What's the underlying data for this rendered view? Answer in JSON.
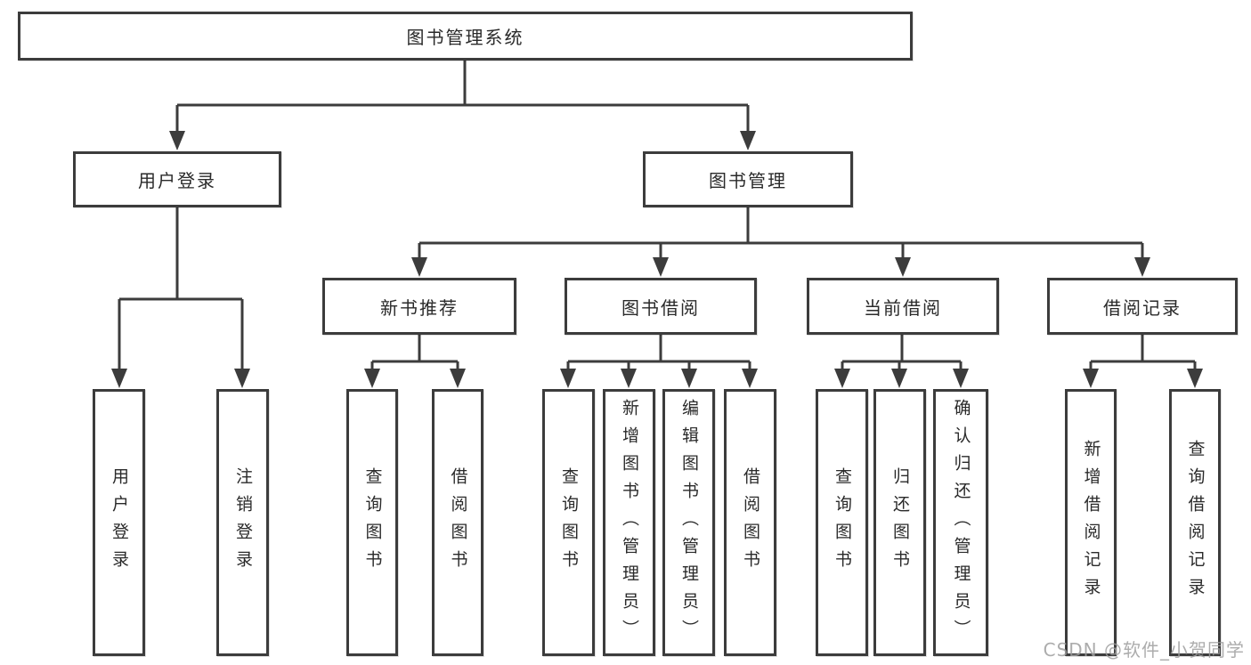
{
  "tree": {
    "label": "图书管理系统",
    "children": [
      {
        "label": "用户登录",
        "children": [
          {
            "label": "用户登录"
          },
          {
            "label": "注销登录"
          }
        ]
      },
      {
        "label": "图书管理",
        "children": [
          {
            "label": "新书推荐",
            "children": [
              {
                "label": "查询图书"
              },
              {
                "label": "借阅图书"
              }
            ]
          },
          {
            "label": "图书借阅",
            "children": [
              {
                "label": "查询图书"
              },
              {
                "label": "新增图书（管理员）"
              },
              {
                "label": "编辑图书（管理员）"
              },
              {
                "label": "借阅图书"
              }
            ]
          },
          {
            "label": "当前借阅",
            "children": [
              {
                "label": "查询图书"
              },
              {
                "label": "归还图书"
              },
              {
                "label": "确认归还（管理员）"
              }
            ]
          },
          {
            "label": "借阅记录",
            "children": [
              {
                "label": "新增借阅记录"
              },
              {
                "label": "查询借阅记录"
              }
            ]
          }
        ]
      }
    ]
  },
  "watermark": "CSDN @软件_小贺同学",
  "colors": {
    "line": "#3c3c3c",
    "box_border": "#3c3c3c",
    "text": "#2a2a2a",
    "watermark": "#9e9e9e"
  }
}
